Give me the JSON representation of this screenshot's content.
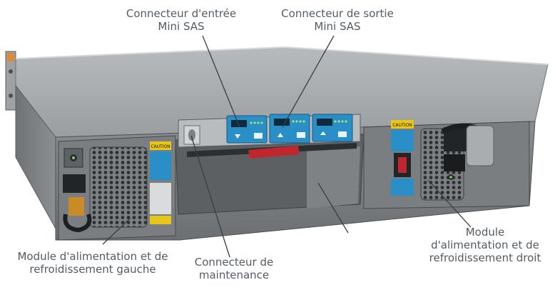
{
  "labels": {
    "input_connector": {
      "line1": "Connecteur d'entrée",
      "line2": "Mini SAS"
    },
    "output_connector": {
      "line1": "Connecteur de sortie",
      "line2": "Mini SAS"
    },
    "maintenance_connector": {
      "line1": "Connecteur de",
      "line2": "maintenance"
    },
    "left_module": {
      "line1": "Module d'alimentation et de",
      "line2": "refroidissement gauche"
    },
    "right_module": {
      "line1": "Module",
      "line2": "d'alimentation et de",
      "line3": "refroidissement droit"
    }
  },
  "warning_label": "CAUTION",
  "colors": {
    "chassis": "#8f9396",
    "panel_blue": "#2a8fc6",
    "warning_yellow": "#e8c51a",
    "latch_red": "#c0262b",
    "leader_line": "#3a3f44",
    "label_text": "#555b63"
  }
}
